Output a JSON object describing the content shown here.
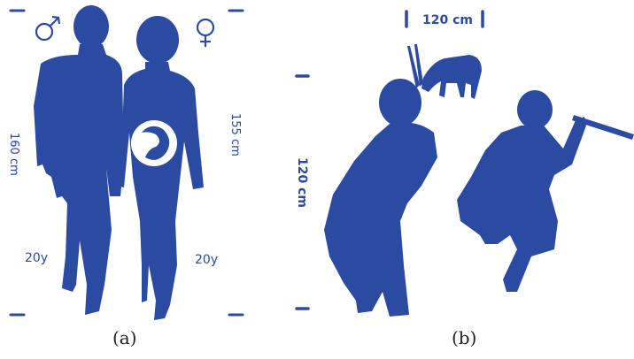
{
  "colors": {
    "figure_blue": "#2b4aa2",
    "caption": "#222222"
  },
  "panel_a": {
    "male_symbol": "♂",
    "female_symbol": "♀",
    "male_height": "160 cm",
    "female_height": "155 cm",
    "male_age": "20y",
    "female_age": "20y",
    "caption": "(a)"
  },
  "panel_b": {
    "animal_size": "120 cm",
    "figure_height": "120 cm",
    "caption": "(b)"
  }
}
